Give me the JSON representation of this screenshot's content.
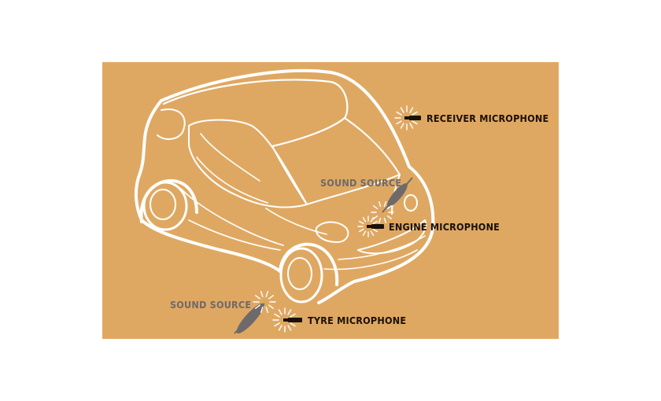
{
  "colors": {
    "background": "#dfa862",
    "outline": "#ffffff",
    "microphone": "#1a1108",
    "sound_source": "#6e6a6b"
  },
  "labels": {
    "receiver_microphone": "RECEIVER MICROPHONE",
    "engine_microphone": "ENGINE MICROPHONE",
    "tyre_microphone": "TYRE MICROPHONE",
    "sound_source_engine": "SOUND SOURCE",
    "sound_source_tyre": "SOUND SOURCE"
  },
  "icons": {
    "vehicle": "car-outline-icon",
    "microphone": "microphone-icon",
    "sound_source": "sound-source-icon",
    "emission": "sound-burst-icon"
  }
}
